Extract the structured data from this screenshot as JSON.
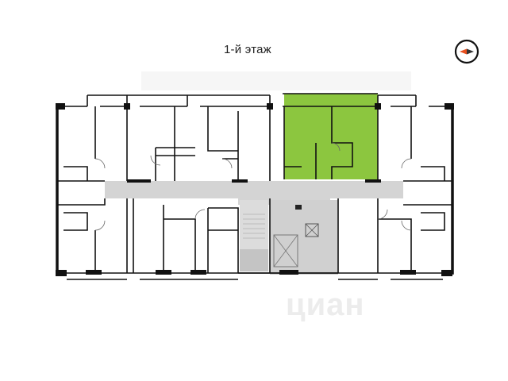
{
  "floor_label": "1-й этаж",
  "compass": {
    "icon": "compass-icon",
    "needle_color": "#e8501f"
  },
  "highlight": {
    "apartment": "selected-apartment",
    "color": "#8cc63f"
  },
  "colors": {
    "corridor": "#d9d9d9",
    "stairs": "#bfbfbf",
    "walls": "#111111"
  },
  "watermark": "циан"
}
